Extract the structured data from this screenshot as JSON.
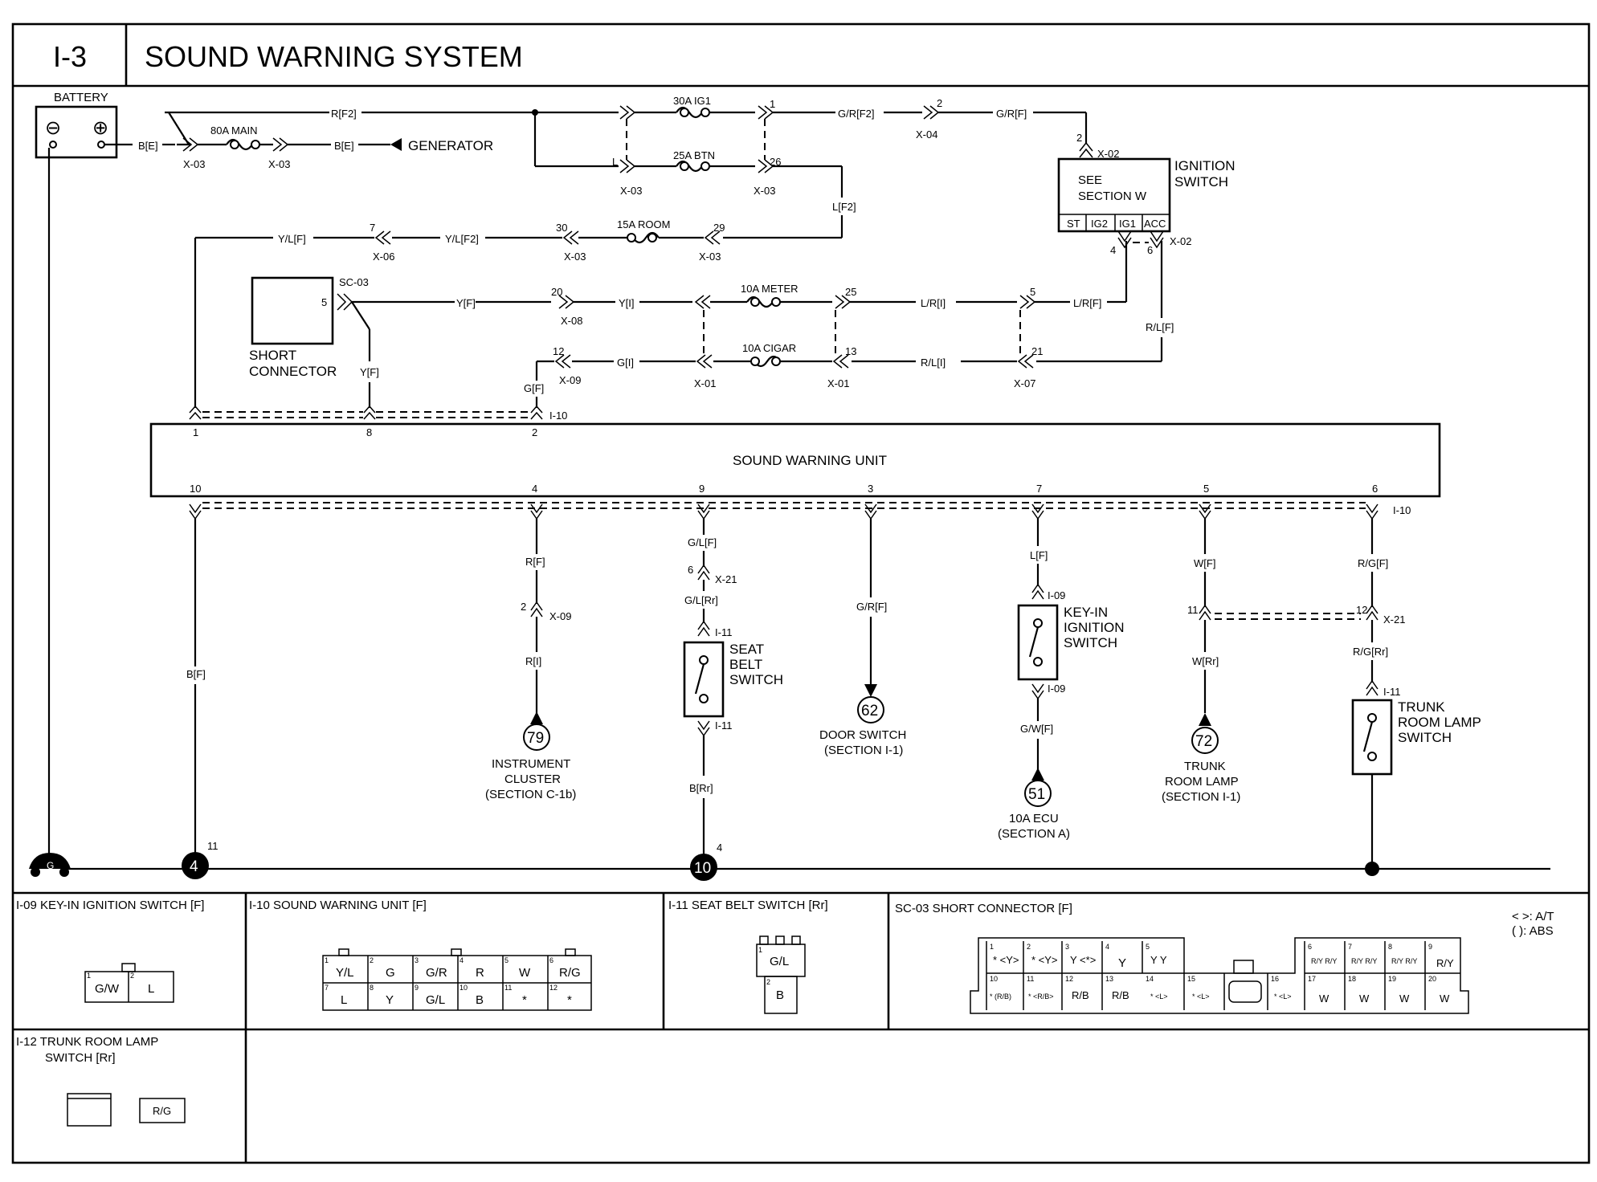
{
  "header": {
    "section_number": "I-3",
    "title": "SOUND WARNING SYSTEM"
  },
  "power": {
    "battery": "BATTERY",
    "minus": "⊖",
    "plus": "⊕",
    "fuse_main": "80A MAIN",
    "generator": "GENERATOR",
    "fuse_ig1": "30A IG1",
    "fuse_btn": "25A BTN",
    "fuse_room": "15A ROOM",
    "fuse_meter": "10A METER",
    "fuse_cigar": "10A CIGAR",
    "ignition_switch_label": [
      "IGNITION",
      "SWITCH"
    ],
    "ignition_see": [
      "SEE",
      "SECTION W"
    ],
    "ignition_terms": [
      "ST",
      "IG2",
      "IG1",
      "ACC"
    ],
    "short_connector_label": [
      "SHORT",
      "CONNECTOR"
    ]
  },
  "wires": {
    "r_f2": "R[F2]",
    "b_e1": "B[E]",
    "b_e2": "B[E]",
    "gr_f2": "G/R[F2]",
    "gr_f": "G/R[F]",
    "l_f2": "L[F2]",
    "yl_f": "Y/L[F]",
    "yl_f2": "Y/L[F2]",
    "y_f": "Y[F]",
    "y_i": "Y[I]",
    "lr_i": "L/R[I]",
    "lr_f": "L/R[F]",
    "rl_f": "R/L[F]",
    "g_i": "G[I]",
    "rl_i": "R/L[I]",
    "y_f_down": "Y[F]",
    "g_f": "G[F]",
    "b_f": "B[F]",
    "r_f": "R[F]",
    "r_i": "R[I]",
    "gl_f": "G/L[F]",
    "gl_rr": "G/L[Rr]",
    "b_rr": "B[Rr]",
    "gr_f_door": "G/R[F]",
    "l_f": "L[F]",
    "gw_f": "G/W[F]",
    "w_f": "W[F]",
    "w_rr": "W[Rr]",
    "rg_f": "R/G[F]",
    "rg_rr": "R/G[Rr]"
  },
  "connectors": {
    "x03a": "X-03",
    "x03b": "X-03",
    "x03c": "X-03",
    "x03d": "X-03",
    "x03e": "X-03",
    "x03f": "X-03",
    "x04": "X-04",
    "x02a": "X-02",
    "x02b": "X-02",
    "x06": "X-06",
    "x08": "X-08",
    "x09a": "X-09",
    "x01a": "X-01",
    "x01b": "X-01",
    "x07": "X-07",
    "sc03": "SC-03",
    "i10a": "I-10",
    "i10b": "I-10",
    "x09b": "X-09",
    "x21a": "X-21",
    "i11a": "I-11",
    "i11b": "I-11",
    "i11c": "I-11",
    "i09a": "I-09",
    "i09b": "I-09",
    "x21b": "X-21"
  },
  "pins": {
    "p1": "1",
    "p2a": "2",
    "p26": "26",
    "pL": "L",
    "p2b": "2",
    "p4": "4",
    "p6": "6",
    "p30": "30",
    "p29": "29",
    "p7": "7",
    "p5sc": "5",
    "p20": "20",
    "p25": "25",
    "p5": "5",
    "p12": "12",
    "p13": "13",
    "p21": "21",
    "u1": "1",
    "u8": "8",
    "u2": "2",
    "u10": "10",
    "u4": "4",
    "u9": "9",
    "u3": "3",
    "u7": "7",
    "u5": "5",
    "u6": "6",
    "q2": "2",
    "q6": "6",
    "q11": "11",
    "q12": "12",
    "g11": "11",
    "g4": "4"
  },
  "unit": {
    "label": "SOUND WARNING UNIT"
  },
  "components": {
    "instrument": {
      "num": "79",
      "lines": [
        "INSTRUMENT",
        "CLUSTER",
        "(SECTION C-1b)"
      ]
    },
    "seatbelt": {
      "lines": [
        "SEAT",
        "BELT",
        "SWITCH"
      ]
    },
    "door": {
      "num": "62",
      "lines": [
        "DOOR SWITCH",
        "(SECTION I-1)"
      ]
    },
    "keyin": {
      "lines": [
        "KEY-IN",
        "IGNITION",
        "SWITCH"
      ]
    },
    "ecu": {
      "num": "51",
      "lines": [
        "10A ECU",
        "(SECTION A)"
      ]
    },
    "trunklamp": {
      "num": "72",
      "lines": [
        "TRUNK",
        "ROOM LAMP",
        "(SECTION I-1)"
      ]
    },
    "trunkswitch": {
      "lines": [
        "TRUNK",
        "ROOM LAMP",
        "SWITCH"
      ]
    }
  },
  "grounds": {
    "g4": "4",
    "g10": "10",
    "chassis": "G"
  },
  "connector_views": {
    "i09": {
      "title": "I-09 KEY-IN IGNITION SWITCH [F]",
      "cells": [
        {
          "pin": "1",
          "text": "G/W"
        },
        {
          "pin": "2",
          "text": "L"
        }
      ]
    },
    "i10": {
      "title": "I-10 SOUND WARNING UNIT [F]",
      "cells": [
        {
          "pin": "1",
          "text": "Y/L"
        },
        {
          "pin": "2",
          "text": "G"
        },
        {
          "pin": "3",
          "text": "G/R"
        },
        {
          "pin": "4",
          "text": "R"
        },
        {
          "pin": "5",
          "text": "W"
        },
        {
          "pin": "6",
          "text": "R/G"
        },
        {
          "pin": "7",
          "text": "L"
        },
        {
          "pin": "8",
          "text": "Y"
        },
        {
          "pin": "9",
          "text": "G/L"
        },
        {
          "pin": "10",
          "text": "B"
        },
        {
          "pin": "11",
          "text": "*"
        },
        {
          "pin": "12",
          "text": "*"
        }
      ]
    },
    "i11": {
      "title": "I-11 SEAT BELT SWITCH [Rr]",
      "cells": [
        {
          "pin": "1",
          "text": "G/L"
        },
        {
          "pin": "2",
          "text": "B"
        }
      ]
    },
    "sc03": {
      "title": "SC-03 SHORT CONNECTOR [F]",
      "cells": [
        {
          "pin": "1",
          "text": "* <Y>"
        },
        {
          "pin": "2",
          "text": "* <Y>"
        },
        {
          "pin": "3",
          "text": "Y <*>"
        },
        {
          "pin": "4",
          "text": "Y"
        },
        {
          "pin": "5",
          "text": "Y Y"
        },
        {
          "pin": "6",
          "text": "R/Y R/Y"
        },
        {
          "pin": "7",
          "text": "R/Y R/Y"
        },
        {
          "pin": "8",
          "text": "R/Y R/Y"
        },
        {
          "pin": "9",
          "text": "R/Y"
        },
        {
          "pin": "10",
          "text": "* (R/B)"
        },
        {
          "pin": "11",
          "text": "* <R/B>"
        },
        {
          "pin": "12",
          "text": "R/B"
        },
        {
          "pin": "13",
          "text": "R/B"
        },
        {
          "pin": "14",
          "text": "* <L>"
        },
        {
          "pin": "15",
          "text": "* <L>"
        },
        {
          "pin": "16",
          "text": "* <L>"
        },
        {
          "pin": "17",
          "text": "W"
        },
        {
          "pin": "18",
          "text": "W"
        },
        {
          "pin": "19",
          "text": "W"
        },
        {
          "pin": "20",
          "text": "W"
        }
      ]
    },
    "i12": {
      "title": [
        "I-12 TRUNK ROOM LAMP",
        "SWITCH [Rr]"
      ],
      "cells": [
        {
          "pin": "",
          "text": "R/G"
        }
      ]
    }
  },
  "legend": {
    "at": "< >: A/T",
    "abs": "(  ): ABS"
  }
}
